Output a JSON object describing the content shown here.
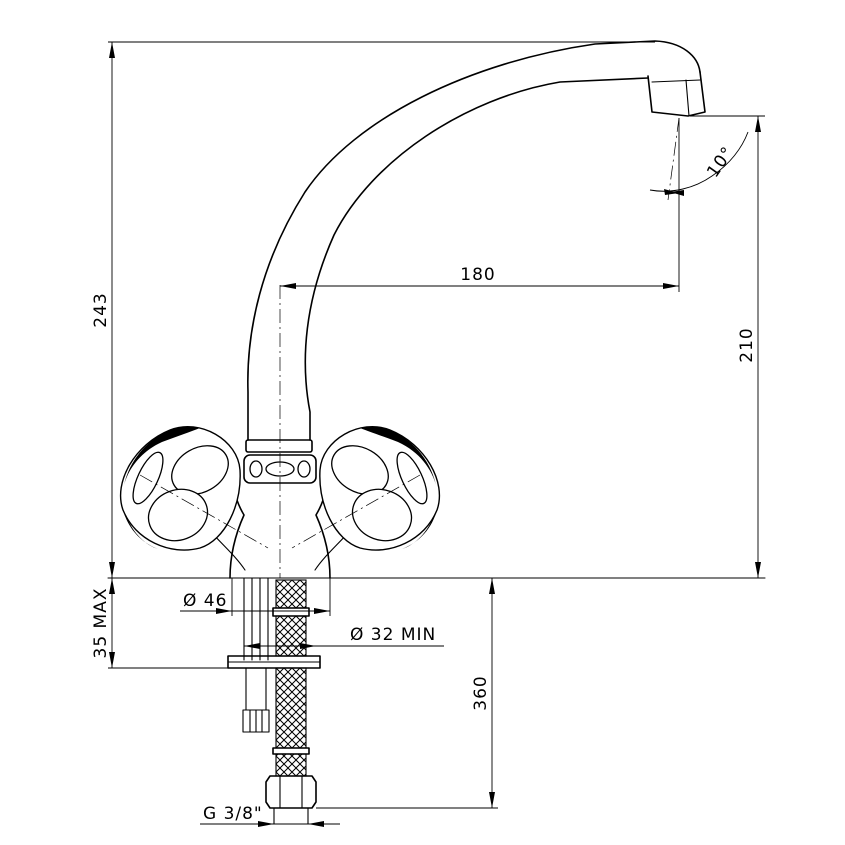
{
  "dimensions": {
    "overall_height": "243",
    "spout_height": "210",
    "spout_reach": "180",
    "spout_angle": "10°",
    "base_diameter": "Ø 46",
    "hole_diameter": "Ø 32 MIN",
    "deck_thickness": "35 MAX",
    "hose_length": "360",
    "connection_thread": "G 3/8\""
  }
}
